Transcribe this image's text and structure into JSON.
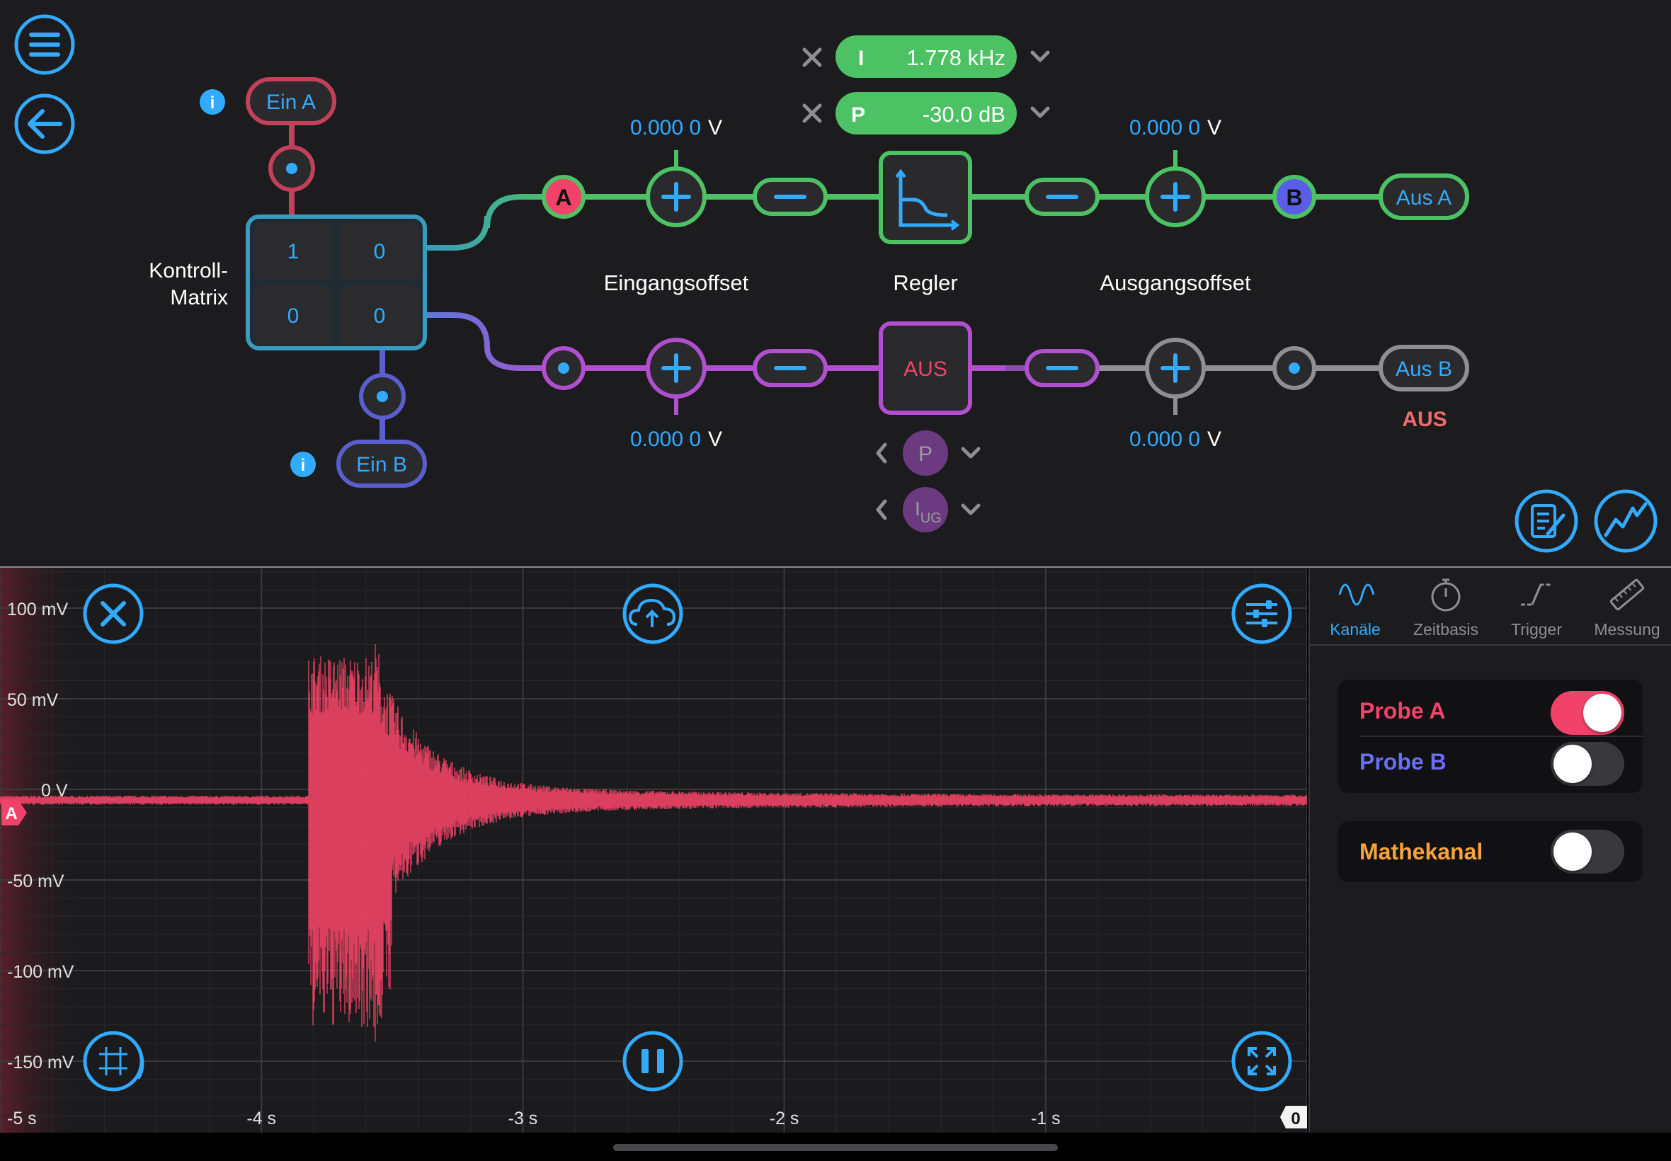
{
  "controller": {
    "ein_a": "Ein A",
    "ein_b": "Ein B",
    "matrix_label_1": "Kontroll-",
    "matrix_label_2": "Matrix",
    "matrix": [
      "1",
      "0",
      "0",
      "0"
    ],
    "channel_a_tag": "A",
    "channel_b_tag": "B",
    "aus_a": "Aus A",
    "aus_b": "Aus B",
    "aus_b_status": "AUS",
    "eingangsoffset_label": "Eingangsoffset",
    "regler_label": "Regler",
    "ausgangsoffset_label": "Ausgangsoffset",
    "regler_b_status": "AUS",
    "offset_in_a": "0.000 0",
    "offset_out_a": "0.000 0",
    "offset_in_b": "0.000 0",
    "offset_out_b": "0.000 0",
    "offset_unit": "V",
    "param_i_label": "I",
    "param_i_value": "1.778 kHz",
    "param_p_label": "P",
    "param_p_value": "-30.0 dB",
    "selector_p": "P",
    "selector_iug": "I",
    "selector_iug_sub": "UG"
  },
  "scope": {
    "y_ticks": [
      "100 mV",
      "50 mV",
      "0 V",
      "-50 mV",
      "-100 mV",
      "-150 mV"
    ],
    "x_ticks": [
      "-5 s",
      "-4 s",
      "-3 s",
      "-2 s",
      "-1 s"
    ],
    "channel_marker": "A",
    "trigger_marker": "0",
    "trace_color": "#f04466"
  },
  "panel": {
    "tabs": [
      {
        "label": "Kanäle",
        "icon": "sine-wave-icon",
        "active": true
      },
      {
        "label": "Zeitbasis",
        "icon": "stopwatch-icon",
        "active": false
      },
      {
        "label": "Trigger",
        "icon": "trigger-edge-icon",
        "active": false
      },
      {
        "label": "Messung",
        "icon": "ruler-icon",
        "active": false
      }
    ],
    "channels": [
      {
        "label": "Probe A",
        "color": "#f2426a",
        "enabled": true
      },
      {
        "label": "Probe B",
        "color": "#6a6ef5",
        "enabled": false
      }
    ],
    "math": {
      "label": "Mathekanal",
      "color": "#f5a33a",
      "enabled": false
    }
  },
  "colors": {
    "accent": "#32aaff",
    "channel_a": "#f2426a",
    "channel_b": "#6a6ef5",
    "green": "#4cc264",
    "purple": "#b04fd0",
    "math": "#f5a33a"
  }
}
